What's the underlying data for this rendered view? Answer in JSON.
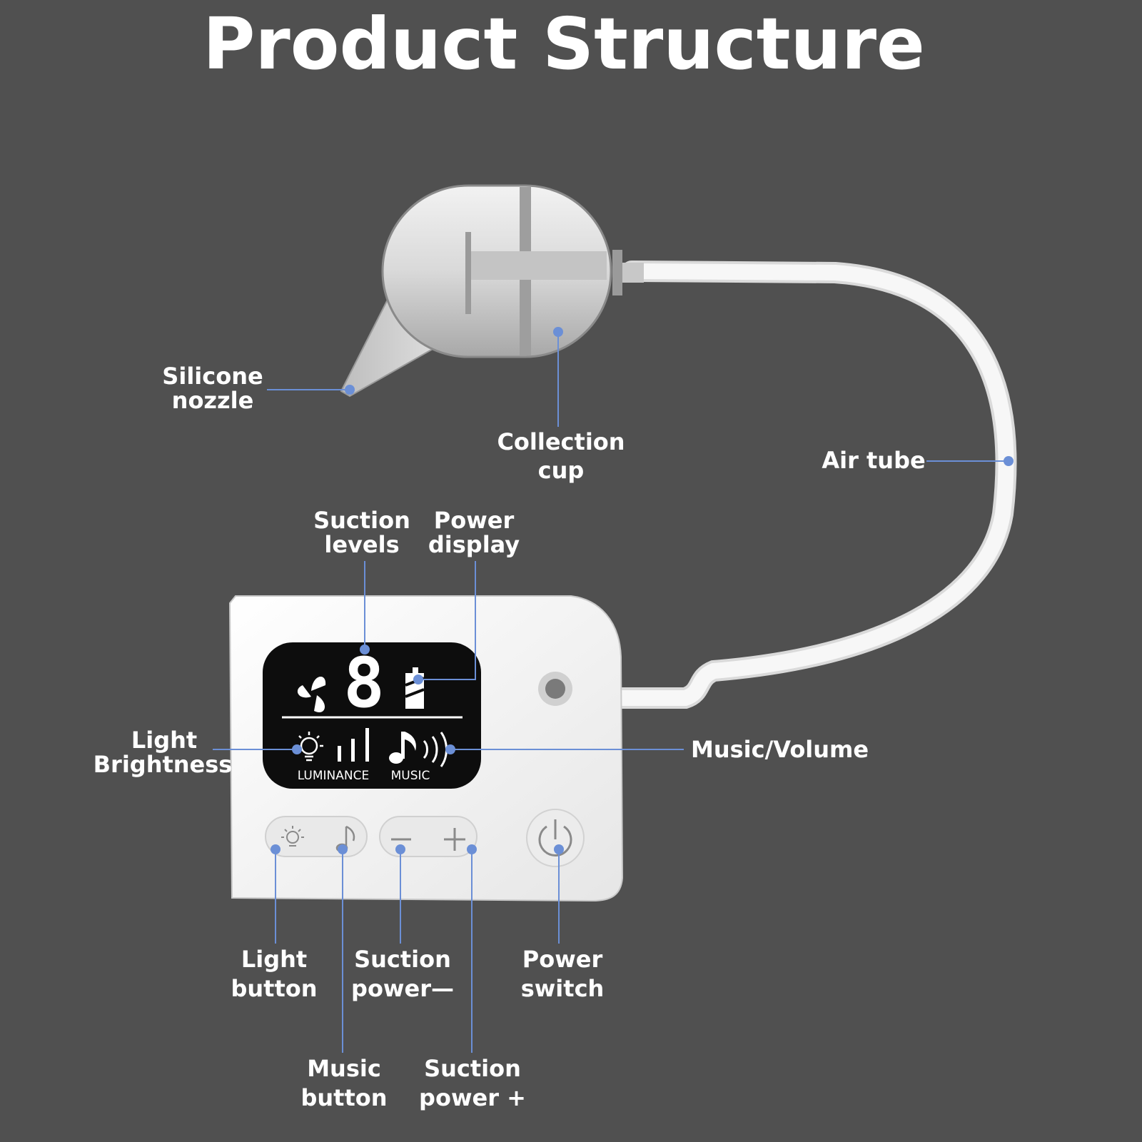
{
  "title": "Product Structure",
  "colors": {
    "background": "#505050",
    "leader": "#6b8fd6",
    "text": "#ffffff",
    "device_body": "#f4f4f4",
    "lcd": "#0d0d0d"
  },
  "lcd": {
    "digit": "8",
    "luminance_label": "LUMINANCE",
    "music_label": "MUSIC",
    "icons": [
      "fan-icon",
      "battery-icon",
      "sun-icon",
      "level-bars-icon",
      "music-note-icon",
      "sound-wave-icon"
    ]
  },
  "buttons": {
    "icons": [
      "sun-icon",
      "music-note-icon",
      "minus-icon",
      "plus-icon",
      "power-icon"
    ]
  },
  "labels": {
    "silicone_nozzle": [
      "Silicone",
      "nozzle"
    ],
    "collection_cup": [
      "Collection",
      "cup"
    ],
    "air_tube": [
      "Air tube"
    ],
    "suction_levels": [
      "Suction",
      "levels"
    ],
    "power_display": [
      "Power",
      "display"
    ],
    "light_brightness": [
      "Light",
      "Brightness"
    ],
    "music_volume": [
      "Music/Volume"
    ],
    "light_button": [
      "Light",
      "button"
    ],
    "suction_power_minus": [
      "Suction",
      "power—"
    ],
    "power_switch": [
      "Power",
      "switch"
    ],
    "music_button": [
      "Music",
      "button"
    ],
    "suction_power_plus": [
      "Suction",
      "power +"
    ]
  }
}
